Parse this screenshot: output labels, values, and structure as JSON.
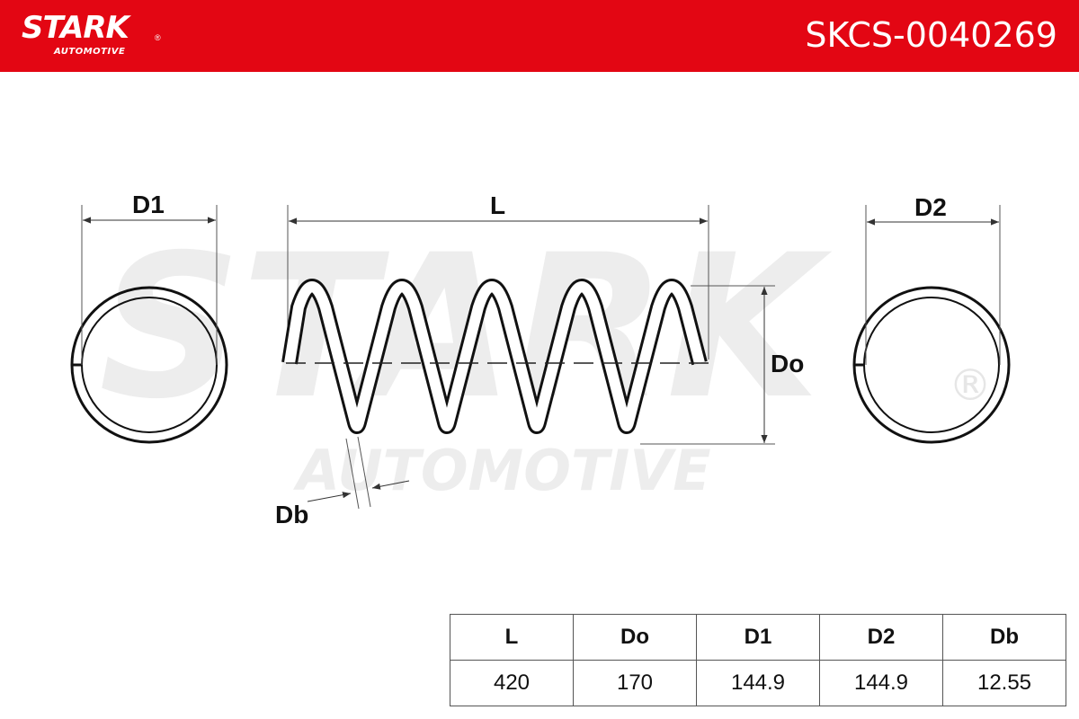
{
  "header": {
    "brand_name": "STARK",
    "brand_sub": "AUTOMOTIVE",
    "brand_reg": "®",
    "part_number": "SKCS-0040269",
    "background_color": "#e30613"
  },
  "drawing": {
    "labels": {
      "d1": "D1",
      "l": "L",
      "d2": "D2",
      "do": "Do",
      "db": "Db"
    },
    "watermark": {
      "big": "STARK",
      "small": "AUTOMOTIVE",
      "reg": "®"
    }
  },
  "specs": {
    "headers": [
      "L",
      "Do",
      "D1",
      "D2",
      "Db"
    ],
    "values": [
      "420",
      "170",
      "144.9",
      "144.9",
      "12.55"
    ]
  }
}
